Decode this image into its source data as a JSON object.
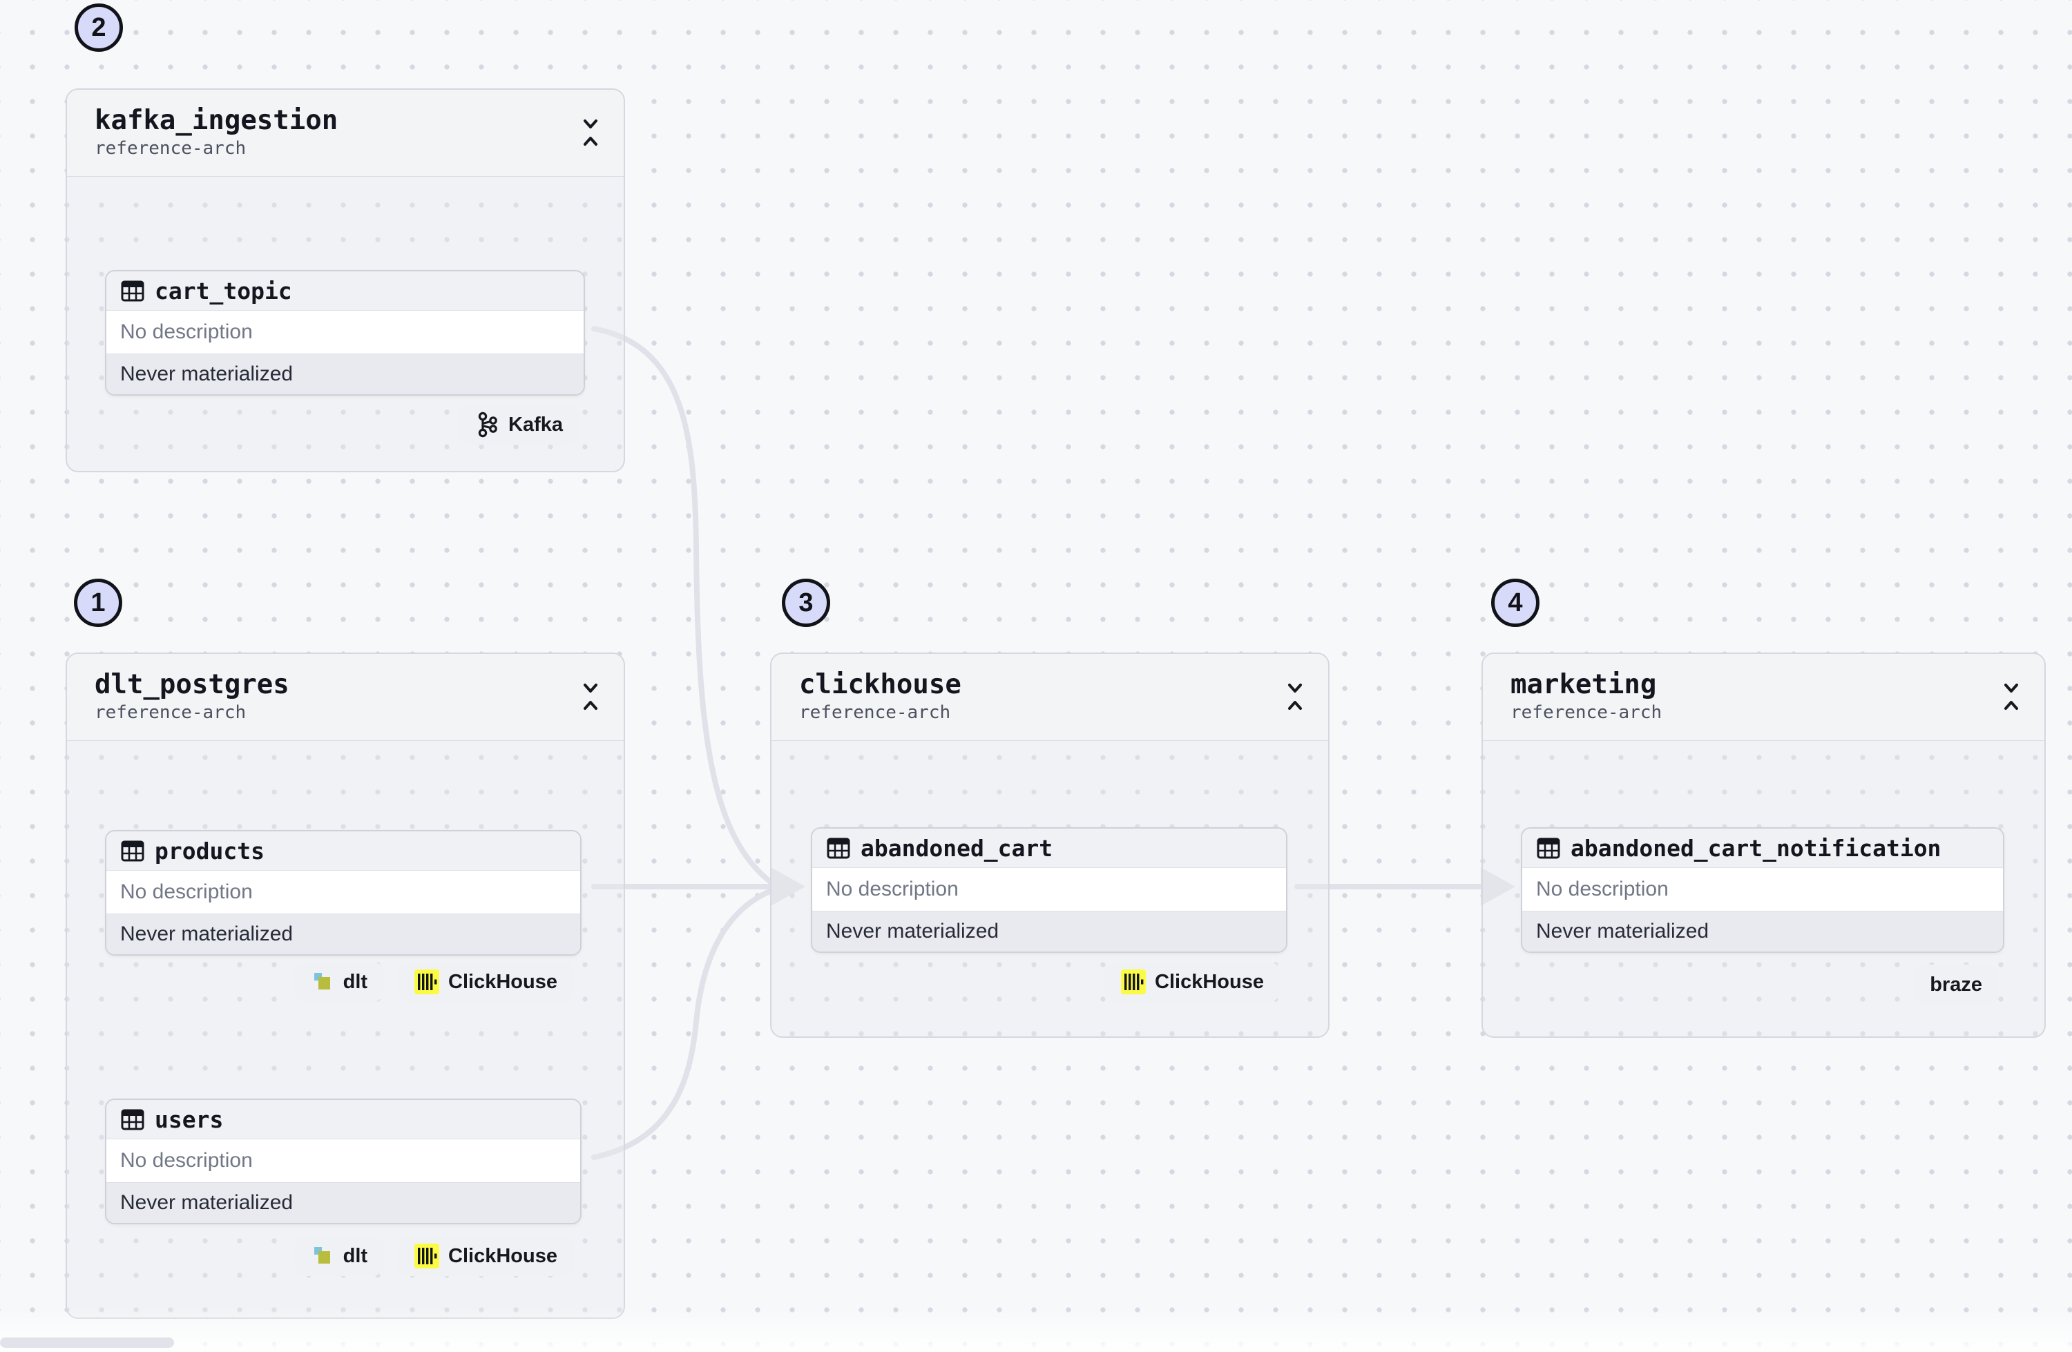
{
  "colors": {
    "canvas_bg": "#f7f8fa",
    "dot_grid": "#d5d7e1",
    "edge": "#e1e2e9",
    "number_badge_bg": "#d8daf9",
    "clickhouse_yellow": "#fbfb45",
    "dlt_blue": "#7ec3dd",
    "dlt_olive": "#b9bd3e"
  },
  "groups": [
    {
      "number": "1",
      "title": "dlt_postgres",
      "subtitle": "reference-arch",
      "assets": [
        {
          "name": "products",
          "description": "No description",
          "status": "Never materialized",
          "tags": [
            {
              "label": "dlt",
              "icon": "dlt-icon"
            },
            {
              "label": "ClickHouse",
              "icon": "clickhouse-icon"
            }
          ]
        },
        {
          "name": "users",
          "description": "No description",
          "status": "Never materialized",
          "tags": [
            {
              "label": "dlt",
              "icon": "dlt-icon"
            },
            {
              "label": "ClickHouse",
              "icon": "clickhouse-icon"
            }
          ]
        }
      ]
    },
    {
      "number": "2",
      "title": "kafka_ingestion",
      "subtitle": "reference-arch",
      "assets": [
        {
          "name": "cart_topic",
          "description": "No description",
          "status": "Never materialized",
          "tags": [
            {
              "label": "Kafka",
              "icon": "kafka-icon"
            }
          ]
        }
      ]
    },
    {
      "number": "3",
      "title": "clickhouse",
      "subtitle": "reference-arch",
      "assets": [
        {
          "name": "abandoned_cart",
          "description": "No description",
          "status": "Never materialized",
          "tags": [
            {
              "label": "ClickHouse",
              "icon": "clickhouse-icon"
            }
          ]
        }
      ]
    },
    {
      "number": "4",
      "title": "marketing",
      "subtitle": "reference-arch",
      "assets": [
        {
          "name": "abandoned_cart_notification",
          "description": "No description",
          "status": "Never materialized",
          "tags": [
            {
              "label": "braze",
              "icon": ""
            }
          ]
        }
      ]
    }
  ],
  "edges": [
    {
      "from": "cart_topic",
      "to": "abandoned_cart"
    },
    {
      "from": "products",
      "to": "abandoned_cart"
    },
    {
      "from": "users",
      "to": "abandoned_cart"
    },
    {
      "from": "abandoned_cart",
      "to": "abandoned_cart_notification"
    }
  ]
}
